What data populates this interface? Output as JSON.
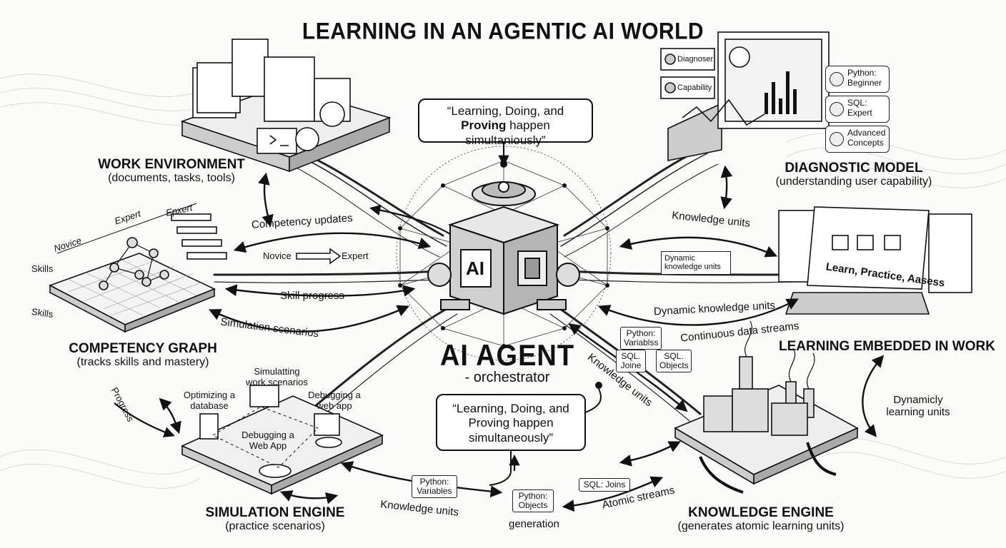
{
  "title": "LEARNING IN AN AGENTIC AI WORLD",
  "center": {
    "name": "AI AGENT",
    "role": "- orchestrator",
    "chip_label": "AI",
    "quote_top_line1": "“Learning, Doing, and",
    "quote_top_bold": "Proving",
    "quote_top_line2": "happen simultaniously”",
    "quote_bottom": "“Learning, Doing, and Proving happen simultaneously”"
  },
  "nodes": {
    "work_env": {
      "title": "WORK ENVIRONMENT",
      "subtitle": "(documents, tasks, tools)"
    },
    "diagnostic": {
      "title": "DIAGNOSTIC MODEL",
      "subtitle": "(understanding user capability)",
      "chips": [
        "Python: Beginner",
        "SQL: Expert",
        "Advanced Concepts"
      ],
      "panel_labels": [
        "Diagnoser",
        "Capability"
      ]
    },
    "competency": {
      "title": "COMPETENCY GRAPH",
      "subtitle": "(tracks skills and mastery)",
      "axis_expert": "Expert",
      "axis_expert2": "Epxert",
      "axis_novice": "Novice",
      "axis_skills": "Skills",
      "axis_skills2": "Skills"
    },
    "learning_embedded": {
      "title": "LEARNING EMBEDDED IN WORK",
      "screen_text": "Learn, Practice, Aasess",
      "side_label": "Dynamicly learning units"
    },
    "simulation": {
      "title": "SIMULATION ENGINE",
      "subtitle": "(practice scenarios)",
      "scenarios": [
        "Optimizing a database",
        "Simulatting work scenarios",
        "Debugging a web app",
        "Debugging a Web App"
      ]
    },
    "knowledge": {
      "title": "KNOWLEDGE ENGINE",
      "subtitle": "(generates atomic learning units)"
    }
  },
  "flows": {
    "competency_updates": "Competency updates",
    "novice": "Novice",
    "expert": "Expert",
    "skill_progress": "Skill progress",
    "simulation_scenarios": "Simulation scenarios",
    "knowledge_units_right": "Knowledge units",
    "dynamic_ku_box": "Dynamic knowledge units",
    "dynamic_ku": "Dynamic knowledge units",
    "continuous": "Continuous data streams",
    "knowledge_units_diag": "Knowledge units",
    "progress": "Progress",
    "knowledge_units_bottom": "Knowledge units",
    "atomic_streams": "Atomic streams",
    "generation": "generation"
  },
  "tags": {
    "python_variabls": "Python: Variablss",
    "sql_joine": "SQL. Joine",
    "sql_objects": "SQL. Objects",
    "python_variables": "Python: Variables",
    "python_objects": "Python: Objects",
    "sql_joins": "SQL: Joins"
  }
}
